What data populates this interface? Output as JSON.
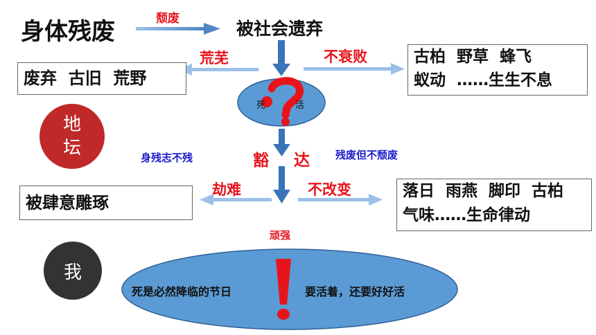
{
  "top": {
    "title": "身体残废",
    "arrow_label": "颓废",
    "target": "被社会遗弃"
  },
  "upper": {
    "left_label": "荒芜",
    "right_label": "不衰败",
    "left_box": "废弃  古旧  荒野",
    "right_box_line1": "古柏  野草  蜂飞",
    "right_box_line2": "蚁动  ……生生不息"
  },
  "center": {
    "ellipse_left": "死",
    "ellipse_right": "活",
    "middle_left": "豁",
    "middle_right": "达",
    "side_left": "身残志不残",
    "side_right": "残废但不颓废"
  },
  "lower": {
    "left_label": "劫难",
    "right_label": "不改变",
    "left_box": "被肆意雕琢",
    "right_box_line1": "落日  雨燕  脚印  古柏",
    "right_box_line2": "气味……生命律动"
  },
  "circles": {
    "ditan": "地坛",
    "wo": "我"
  },
  "bottom": {
    "label": "顽强",
    "left_text": "死是必然降临的节日",
    "right_text": "要活着，还要好好活"
  },
  "colors": {
    "red": "#e8141b",
    "blue_text": "#1c1ccc",
    "arrow_blue": "#5b8fc9",
    "ellipse_blue": "#5b9bd5",
    "circle_red": "#c0292a",
    "circle_dark": "#333333"
  }
}
